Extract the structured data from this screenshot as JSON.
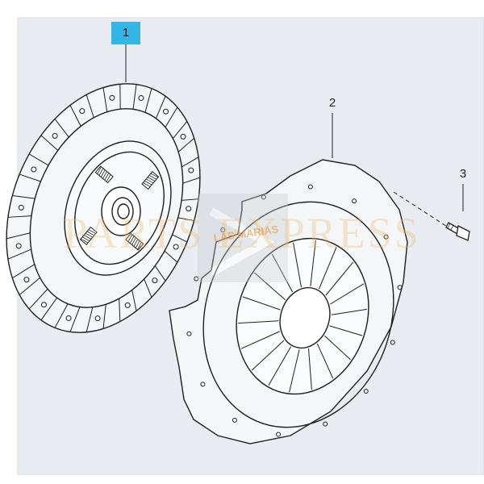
{
  "callouts": [
    {
      "id": "1",
      "label": "1",
      "highlight_color": "#33b5e6"
    },
    {
      "id": "2",
      "label": "2"
    },
    {
      "id": "3",
      "label": "3"
    }
  ],
  "colors": {
    "background": "#ffffff",
    "panel": "#e9edf1",
    "line": "#1e1e1e",
    "highlight": "#33b5e6"
  },
  "watermark": {
    "text": "PARTS EXPRESS",
    "logo_text": "LAS MARIAS"
  }
}
